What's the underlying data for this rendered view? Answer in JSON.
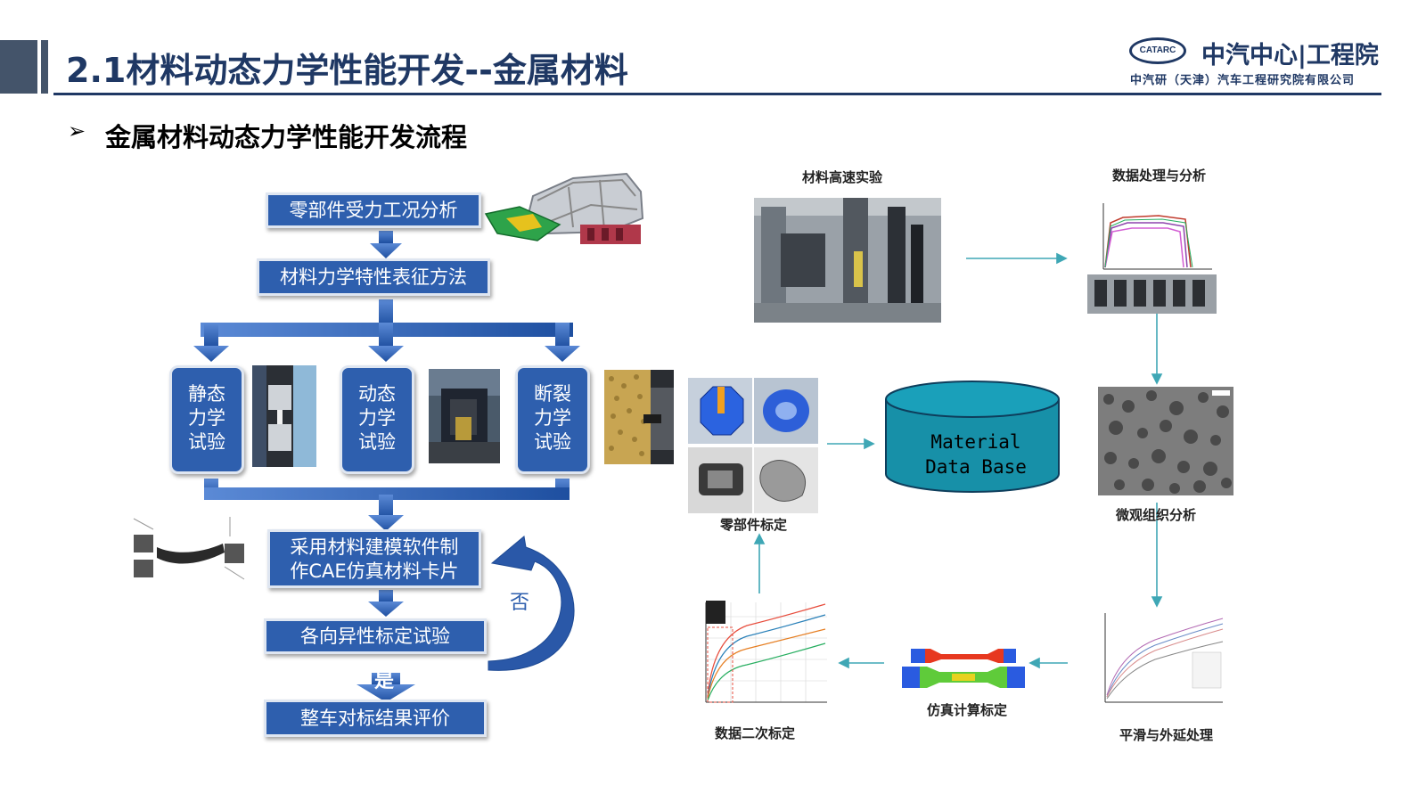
{
  "header": {
    "title": "2.1材料动态力学性能开发--金属材料",
    "logo_mark": "CATARC",
    "logo_name": "中汽中心|工程院",
    "logo_sub": "中汽研（天津）汽车工程研究院有限公司"
  },
  "subtitle": {
    "bullet": "➢",
    "text": "金属材料动态力学性能开发流程"
  },
  "flow": {
    "step1": "零部件受力工况分析",
    "step2": "材料力学特性表征方法",
    "test_static": "静态力学试验",
    "test_static_lines": [
      "静态",
      "力学",
      "试验"
    ],
    "test_dynamic_lines": [
      "动态",
      "力学",
      "试验"
    ],
    "test_fracture_lines": [
      "断裂",
      "力学",
      "试验"
    ],
    "step4_line1": "采用材料建模软件制",
    "step4_line2": "作CAE仿真材料卡片",
    "step5": "各向异性标定试验",
    "no_label": "否",
    "yes_label": "是",
    "step6": "整车对标结果评价"
  },
  "process": {
    "high_speed_test": "材料高速实验",
    "data_processing": "数据处理与分析",
    "database_line1": "Material",
    "database_line2": "Data  Base",
    "micro_analysis": "微观组织分析",
    "component_calib": "零部件标定",
    "secondary_calib": "数据二次标定",
    "sim_calib": "仿真计算标定",
    "smoothing": "平滑与外延处理"
  },
  "colors": {
    "title": "#1f3864",
    "flow_box": "#2e5fae",
    "arrow": "#2f63b5",
    "database": "#1790a8",
    "teal_arrow": "#3fa7b5"
  }
}
